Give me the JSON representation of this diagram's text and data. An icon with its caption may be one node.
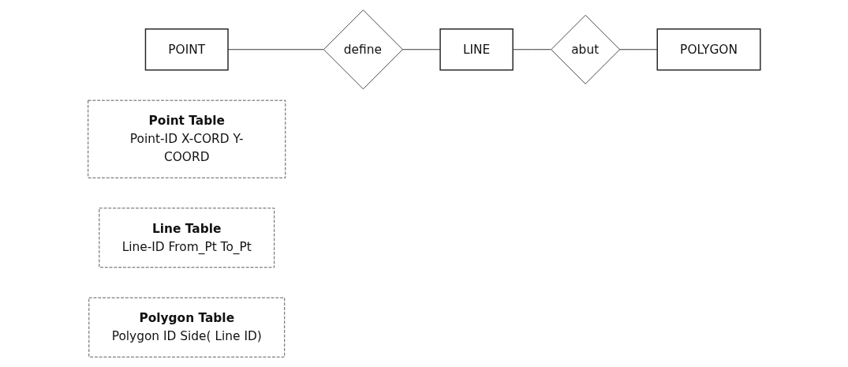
{
  "diagram": {
    "nodes": [
      {
        "text": [
          "POINT"
        ]
      },
      {
        "text": [
          "define"
        ]
      },
      {
        "text": [
          "LINE"
        ]
      },
      {
        "text": [
          "abut"
        ]
      },
      {
        "text": [
          "POLYGON"
        ]
      },
      {
        "text": [
          "Point Table",
          "Point-ID X-CORD Y-COORD"
        ]
      },
      {
        "text": [
          "Line Table",
          "Line-ID From_Pt To_Pt"
        ]
      },
      {
        "text": [
          "Polygon Table",
          "Polygon ID Side( Line ID)"
        ]
      }
    ],
    "edges": [
      {
        "from": 0,
        "to": 1,
        "arrow": "none"
      },
      {
        "from": 1,
        "to": 2,
        "arrow": "none"
      },
      {
        "from": 2,
        "to": 3,
        "arrow": "none"
      },
      {
        "from": 3,
        "to": 4,
        "arrow": "none"
      }
    ]
  }
}
